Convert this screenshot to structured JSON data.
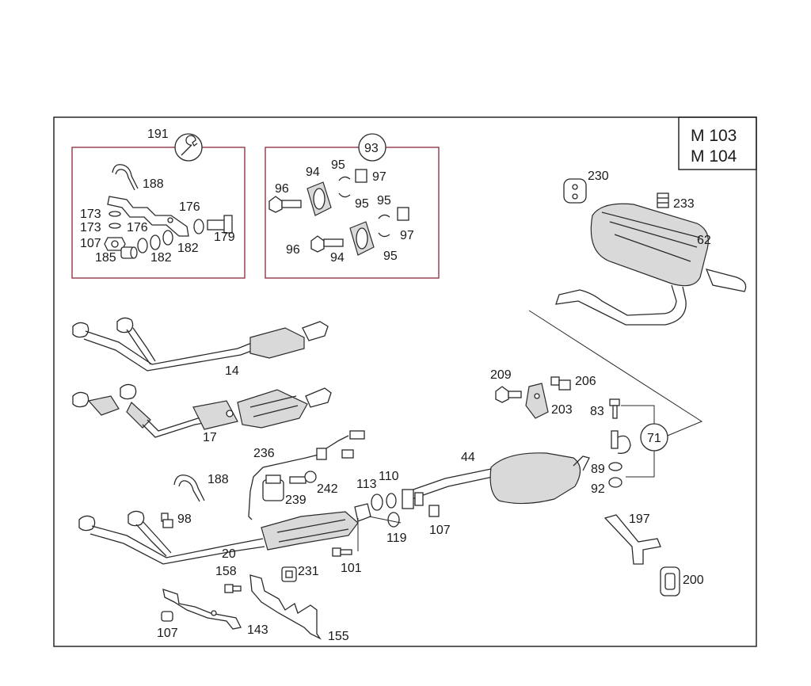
{
  "engine_box": {
    "line1": "M 103",
    "line2": "M 104"
  },
  "callouts": {
    "c191": "191",
    "c93": "93",
    "c71": "71"
  },
  "labels": {
    "l188a": "188",
    "l173a": "173",
    "l173b": "173",
    "l176a": "176",
    "l176b": "176",
    "l107a": "107",
    "l185": "185",
    "l182a": "182",
    "l182b": "182",
    "l179": "179",
    "l94a": "94",
    "l95a": "95",
    "l97a": "97",
    "l96a": "96",
    "l95b": "95",
    "l95c": "95",
    "l97b": "97",
    "l96b": "96",
    "l94b": "94",
    "l95d": "95",
    "l230": "230",
    "l233": "233",
    "l62": "62",
    "l14": "14",
    "l17": "17",
    "l209": "209",
    "l206": "206",
    "l203": "203",
    "l83": "83",
    "l236": "236",
    "l44": "44",
    "l110": "110",
    "l113": "113",
    "l188b": "188",
    "l242": "242",
    "l239": "239",
    "l89": "89",
    "l92": "92",
    "l98": "98",
    "l119": "119",
    "l107b": "107",
    "l20": "20",
    "l101": "101",
    "l158": "158",
    "l231": "231",
    "l197": "197",
    "l200": "200",
    "l107c": "107",
    "l143": "143",
    "l155": "155"
  },
  "icons": {
    "tool": "wrench-icon"
  }
}
